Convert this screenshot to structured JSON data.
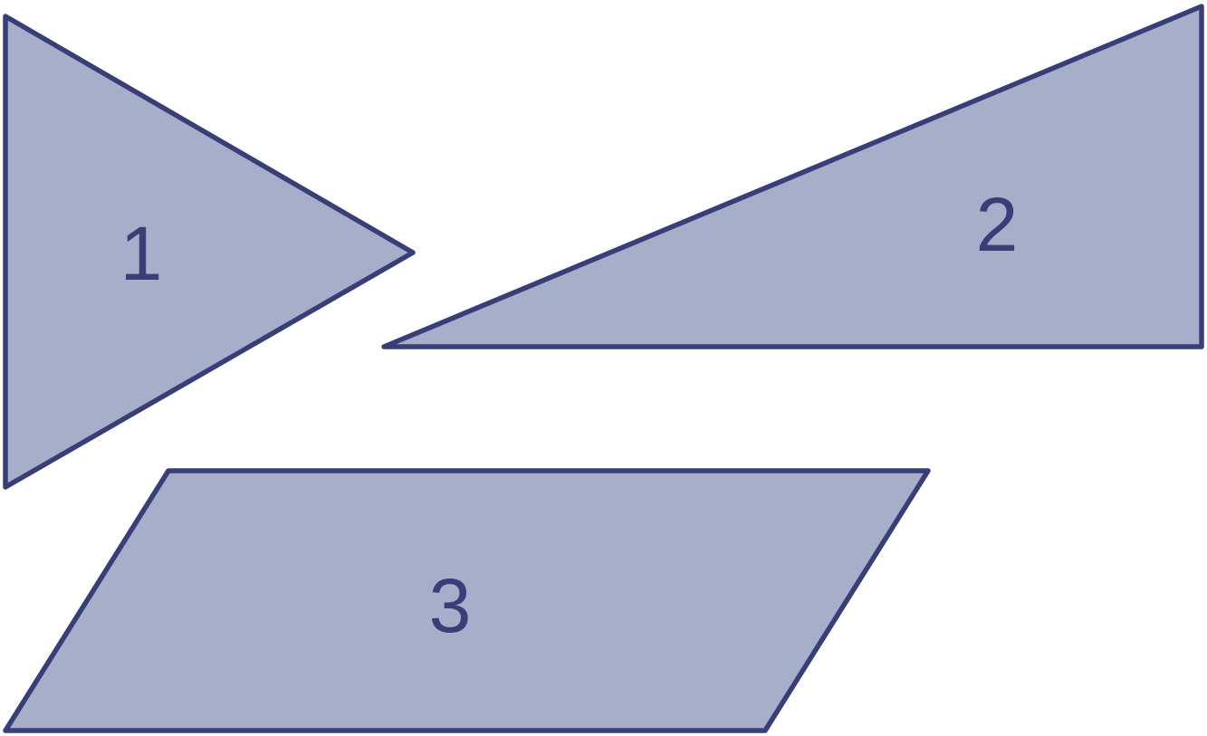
{
  "colors": {
    "fill": "#a6aec9",
    "stroke": "#383e78",
    "text": "#383e78"
  },
  "shapes": [
    {
      "kind": "triangle",
      "label": "1"
    },
    {
      "kind": "right-triangle",
      "label": "2"
    },
    {
      "kind": "parallelogram",
      "label": "3"
    }
  ]
}
